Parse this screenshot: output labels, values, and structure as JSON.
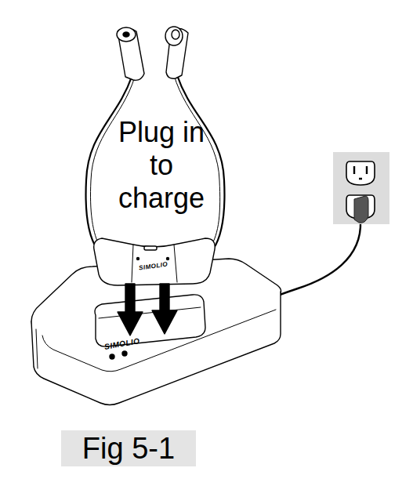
{
  "diagram": {
    "caption": "Fig 5-1",
    "labels": [
      "Plug in to charge",
      "SIMOLIO",
      "SIMOLIO"
    ]
  }
}
